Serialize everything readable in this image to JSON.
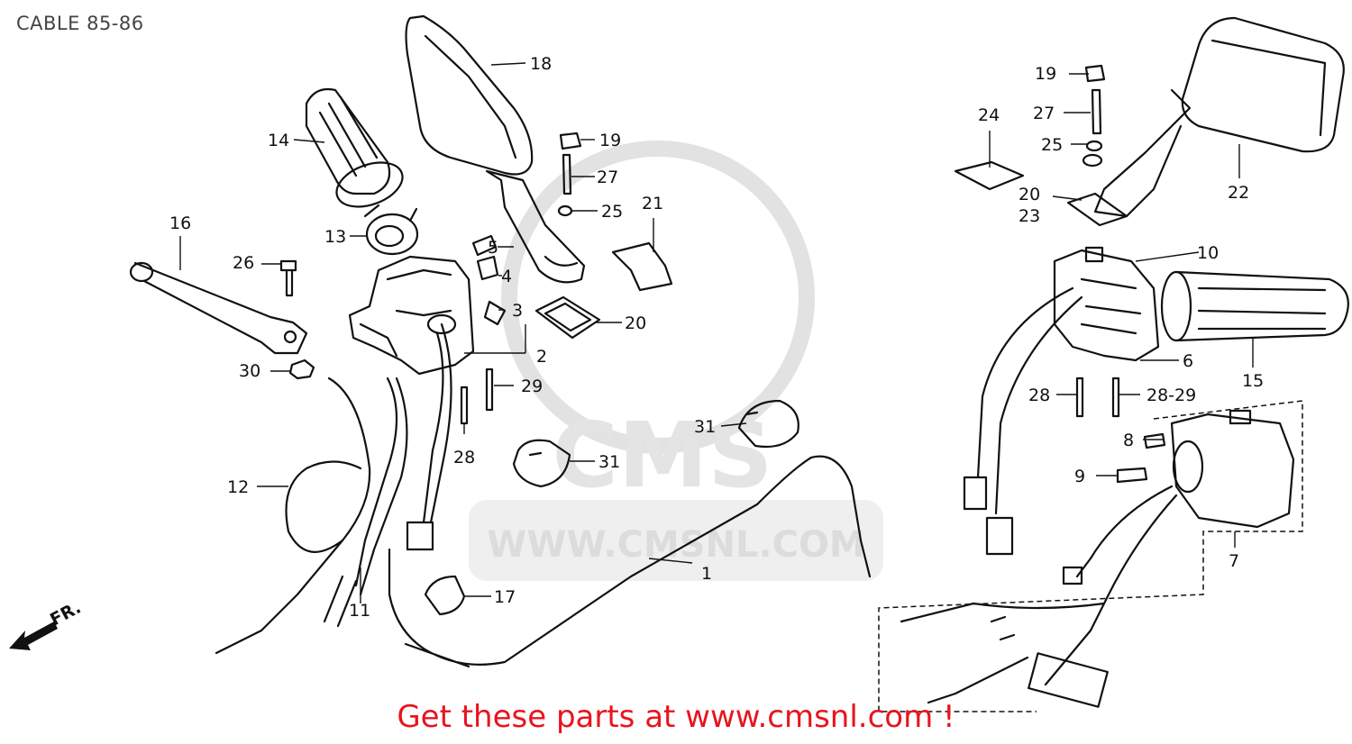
{
  "header": {
    "title": "CABLE 85-86"
  },
  "watermark": {
    "logo_text": "CMS",
    "site_text": "WWW.CMSNL.COM"
  },
  "direction_label": "FR.",
  "promo": {
    "text": "Get these parts at www.cmsnl.com !"
  },
  "callouts": [
    {
      "id": "c1",
      "label": "1"
    },
    {
      "id": "c2",
      "label": "2"
    },
    {
      "id": "c3",
      "label": "3"
    },
    {
      "id": "c4",
      "label": "4"
    },
    {
      "id": "c5",
      "label": "5"
    },
    {
      "id": "c6",
      "label": "6"
    },
    {
      "id": "c7",
      "label": "7"
    },
    {
      "id": "c8",
      "label": "8"
    },
    {
      "id": "c9",
      "label": "9"
    },
    {
      "id": "c10",
      "label": "10"
    },
    {
      "id": "c11",
      "label": "11"
    },
    {
      "id": "c12",
      "label": "12"
    },
    {
      "id": "c13",
      "label": "13"
    },
    {
      "id": "c14",
      "label": "14"
    },
    {
      "id": "c15",
      "label": "15"
    },
    {
      "id": "c16",
      "label": "16"
    },
    {
      "id": "c17",
      "label": "17"
    },
    {
      "id": "c18",
      "label": "18"
    },
    {
      "id": "c19a",
      "label": "19"
    },
    {
      "id": "c19b",
      "label": "19"
    },
    {
      "id": "c20a",
      "label": "20"
    },
    {
      "id": "c20b",
      "label": "20"
    },
    {
      "id": "c21",
      "label": "21"
    },
    {
      "id": "c22",
      "label": "22"
    },
    {
      "id": "c23",
      "label": "23"
    },
    {
      "id": "c24",
      "label": "24"
    },
    {
      "id": "c25a",
      "label": "25"
    },
    {
      "id": "c25b",
      "label": "25"
    },
    {
      "id": "c26",
      "label": "26"
    },
    {
      "id": "c27a",
      "label": "27"
    },
    {
      "id": "c27b",
      "label": "27"
    },
    {
      "id": "c28a",
      "label": "28"
    },
    {
      "id": "c28b",
      "label": "28"
    },
    {
      "id": "c2829",
      "label": "28-29"
    },
    {
      "id": "c29",
      "label": "29"
    },
    {
      "id": "c30",
      "label": "30"
    },
    {
      "id": "c31a",
      "label": "31"
    },
    {
      "id": "c31b",
      "label": "31"
    }
  ]
}
